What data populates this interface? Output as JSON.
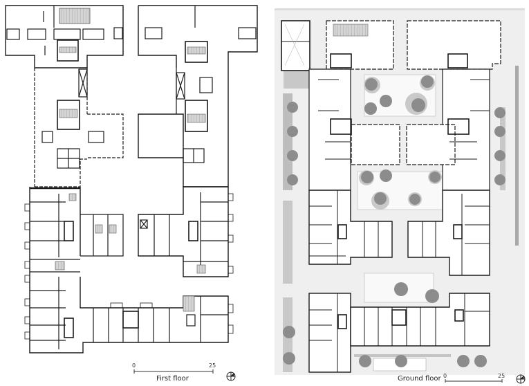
{
  "figure": {
    "type": "architectural floor plans",
    "plans": [
      {
        "id": "first-floor",
        "title": "First floor",
        "scale_bar": {
          "start": "0",
          "end": "25"
        },
        "north_arrow": "north-arrow-icon"
      },
      {
        "id": "ground-floor",
        "title": "Ground floor",
        "scale_bar": {
          "start": "0",
          "end": "25"
        },
        "north_arrow": "north-arrow-icon"
      }
    ],
    "colors": {
      "wall": "#1a1a1a",
      "paving": "#efefef",
      "planting_strip": "#bdbdbd",
      "tree_canopy": "#8c8c8c",
      "tree_shadow": "#c9c9c9",
      "courtyard": "#f8f8f8",
      "stair_fill": "#c8c8c8"
    }
  }
}
